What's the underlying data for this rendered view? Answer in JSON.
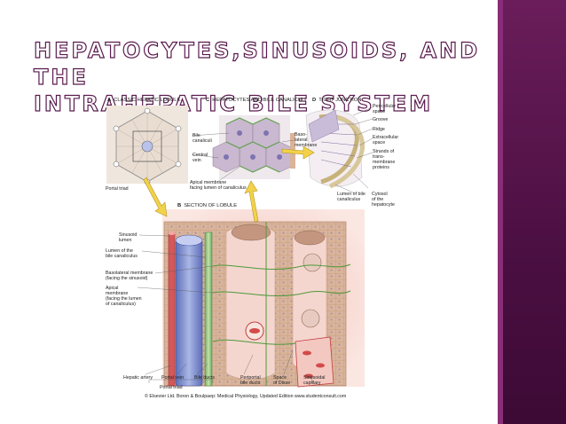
{
  "slide": {
    "title_line1": "Hepatocytes,Sinusoids, and the",
    "title_line2": "intrahepatic bile system"
  },
  "colors": {
    "title_outline": "#5a1a4e",
    "sidebar": "#5c1650",
    "sidebar_edge": "#8a2d78",
    "tissue": "#d9b49a",
    "vessel_blue": "#7f8fcf",
    "vessel_red": "#d4585a",
    "bile_green": "#8fc07a",
    "arrow_yellow": "#f2d24a"
  },
  "figure": {
    "panels": {
      "a": {
        "letter": "A",
        "title": "CLASSIC HEPATIC LOBULE"
      },
      "b": {
        "letter": "B",
        "title": "SECTION OF LOBULE"
      },
      "c": {
        "letter": "C",
        "title": "HEPATOCYTES AND BILE CANALICULI"
      },
      "d": {
        "letter": "D",
        "title": "TIGHT JUNCTION"
      }
    },
    "labels": {
      "portal_triad_a": "Portal triad",
      "bile_canaliculi": "Bile\ncanaliculi",
      "central_vein": "Central\nvein",
      "apical_membrane_c": "Apical membrane\nfacing lumen of canaliculus",
      "basolateral_membrane_c": "Baso-\nlateral\nmembrane",
      "pericellular_space": "Pericellular\nspace",
      "groove": "Groove",
      "ridge": "Ridge",
      "extracellular_space": "Extracellular\nspace",
      "strands": "Strands of\ntrans-\nmembrane\nproteins",
      "lumen_bile_canaliculus_d": "Lumen of bile\ncanaliculus",
      "cytosol": "Cytosol\nof the\nhepatocyte",
      "sinusoid_lumen": "Sinusoid\nlumen",
      "lumen_bile_canaliculus_b": "Lumen of the\nbile canaliculus",
      "basolateral_membrane_b": "Basolateral membrane\n(facing the sinusoid)",
      "apical_membrane_b": "Apical\nmembrane\n(facing the lumen\nof canaliculus)",
      "hepatic_artery": "Hepatic artery",
      "portal_vein": "Portal vein",
      "bile_ducts": "Bile ducts",
      "periportal_bile_ducts": "Periportal\nbile ducts",
      "space_of_disse": "Space\nof Disse",
      "sinusoidal_capillary": "Sinusoidal\ncapillary",
      "portal_triad_b": "Portal triad"
    },
    "copyright": "© Elsevier Ltd. Boron & Boulpaep: Medical Physiology, Updated Edition   www.studentconsult.com"
  }
}
